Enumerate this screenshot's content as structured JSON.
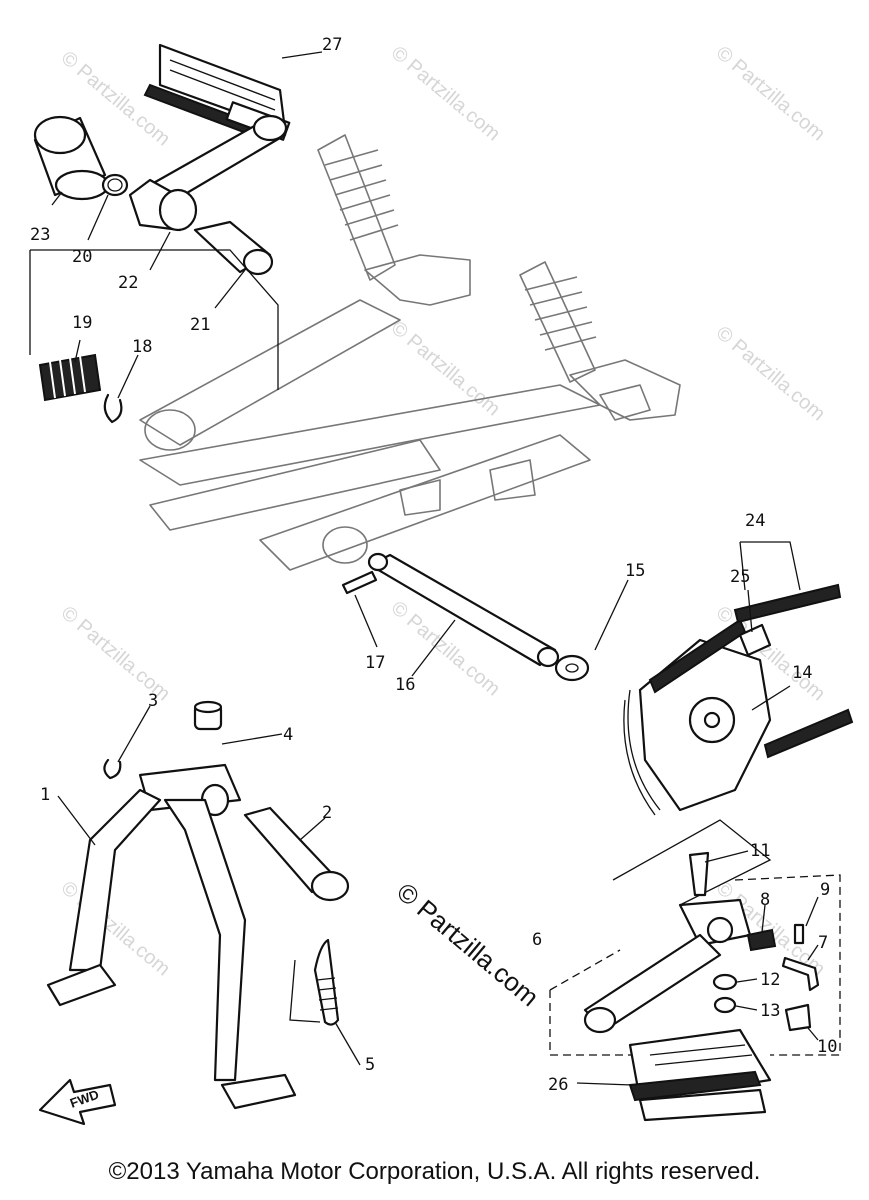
{
  "watermarks": [
    "© Partzilla.com",
    "© Partzilla.com",
    "© Partzilla.com",
    "© Partzilla.com",
    "© Partzilla.com",
    "© Partzilla.com",
    "© Partzilla.com",
    "© Partzilla.com",
    "© Partzilla.com",
    "© Partzilla.com"
  ],
  "center_watermark": "© Partzilla.com",
  "callouts": {
    "c1": "1",
    "c2": "2",
    "c3": "3",
    "c4": "4",
    "c5": "5",
    "c6": "6",
    "c7": "7",
    "c8": "8",
    "c9": "9",
    "c10": "10",
    "c11": "11",
    "c12": "12",
    "c13": "13",
    "c14": "14",
    "c15": "15",
    "c16": "16",
    "c17": "17",
    "c18": "18",
    "c19": "19",
    "c20": "20",
    "c21": "21",
    "c22": "22",
    "c23": "23",
    "c24": "24",
    "c25": "25",
    "c26": "26",
    "c27": "27"
  },
  "fwd_label": "FWD",
  "copyright": "©2013 Yamaha Motor Corporation, U.S.A. All rights reserved."
}
